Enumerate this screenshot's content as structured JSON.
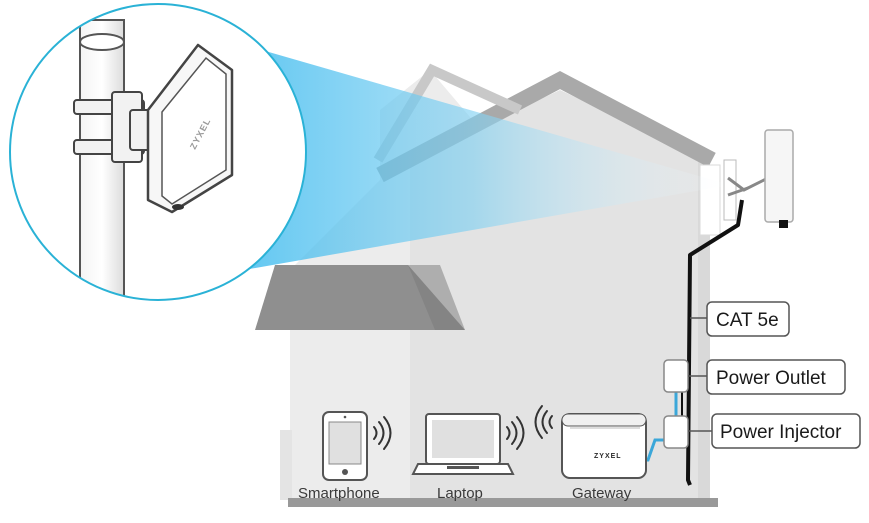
{
  "labels": {
    "cat5e": "CAT 5e",
    "power_outlet": "Power Outlet",
    "power_injector": "Power Injector",
    "smartphone": "Smartphone",
    "laptop": "Laptop",
    "gateway": "Gateway"
  },
  "brand": {
    "gateway": "ZYXEL",
    "antenna": "ZYXEL"
  },
  "icons": {
    "wifi": "wifi-signal-icon",
    "smartphone": "smartphone-icon",
    "laptop": "laptop-icon",
    "gateway": "gateway-icon",
    "antenna": "outdoor-antenna-icon"
  },
  "colors": {
    "cable": "#111111",
    "ethernet_blue": "#3ba7d9",
    "beam": "#2bb3ea",
    "circle_border": "#2ab2d6",
    "house_light": "#e9e9e9",
    "house_mid": "#d6d6d6",
    "roof": "#a8a8a8"
  }
}
